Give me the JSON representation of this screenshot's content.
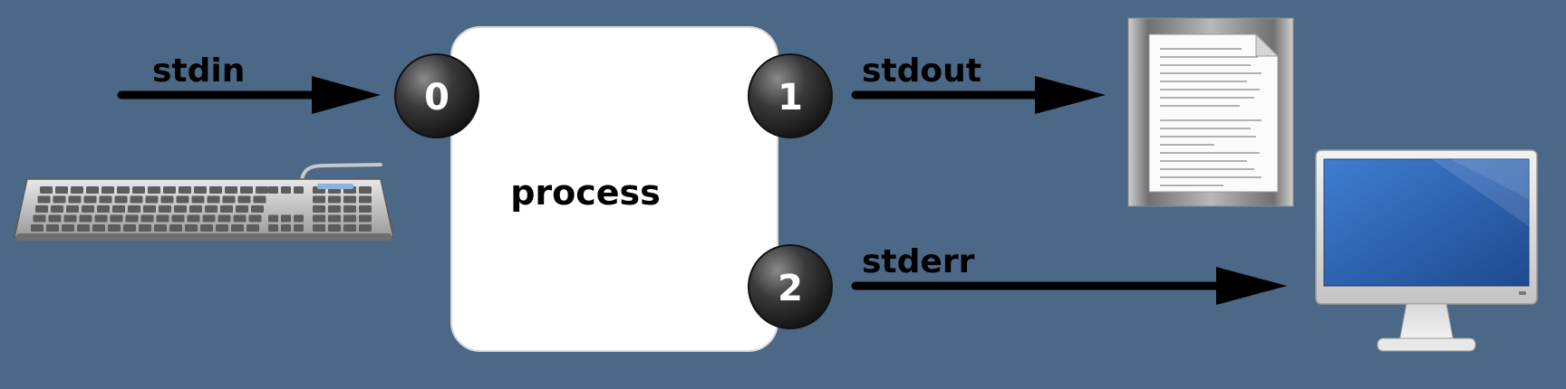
{
  "diagram": {
    "process_label": "process",
    "streams": {
      "stdin": {
        "label": "stdin",
        "fd": "0"
      },
      "stdout": {
        "label": "stdout",
        "fd": "1"
      },
      "stderr": {
        "label": "stderr",
        "fd": "2"
      }
    },
    "devices": {
      "input": "keyboard-icon",
      "stdout_target": "document-icon",
      "stderr_target": "monitor-icon"
    },
    "colors": {
      "background": "#4b6886",
      "process_box": "#ffffff",
      "arrow": "#000000",
      "fd_circle": "#2b2b2b",
      "screen": "#2f63b0"
    }
  }
}
